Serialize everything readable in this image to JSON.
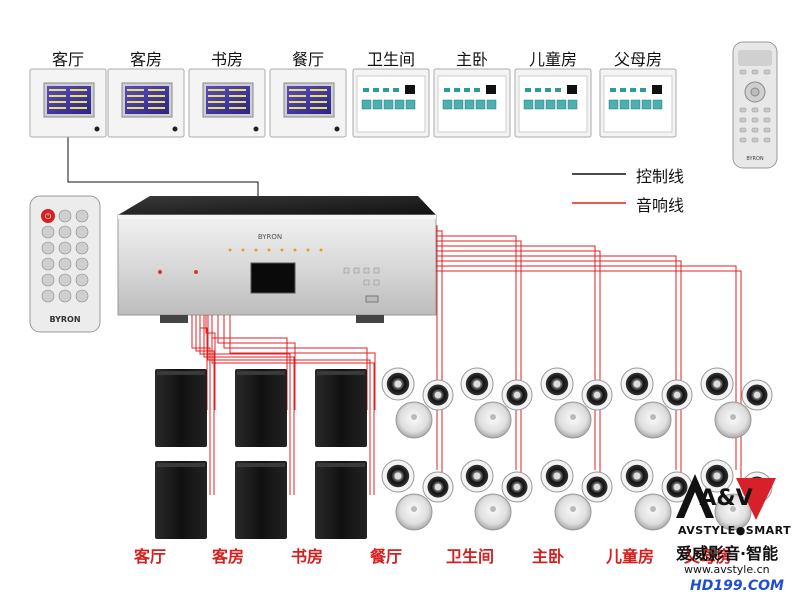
{
  "top_rooms": [
    "客厅",
    "客房",
    "书房",
    "餐厅",
    "卫生间",
    "主卧",
    "儿童房",
    "父母房"
  ],
  "panel_types": [
    "lcd",
    "lcd",
    "lcd",
    "lcd",
    "button",
    "button",
    "button",
    "button"
  ],
  "legend": {
    "control_line": {
      "label": "控制线",
      "color": "#111111"
    },
    "audio_line": {
      "label": "音响线",
      "color": "#e02020"
    }
  },
  "bottom_rooms": [
    "客厅",
    "客房",
    "书房",
    "餐厅",
    "卫生间",
    "主卧",
    "儿童房",
    "父母房"
  ],
  "amplifier": {
    "brand": "BYRON"
  },
  "remote_left": {
    "brand": "BYRON"
  },
  "remote_right": {
    "brand": "BYRON"
  },
  "watermark": {
    "logo": "A&V",
    "tagline": "AVSTYLE●SMART",
    "name": "爱威影音·智能",
    "url": "www.avstyle.cn",
    "site": "HD199.COM"
  },
  "colors": {
    "audio": "#e02020",
    "control": "#111111",
    "room_label_bottom": "#d62020",
    "panel_screen": "#4b3fae",
    "logo_red": "#d8202a"
  }
}
